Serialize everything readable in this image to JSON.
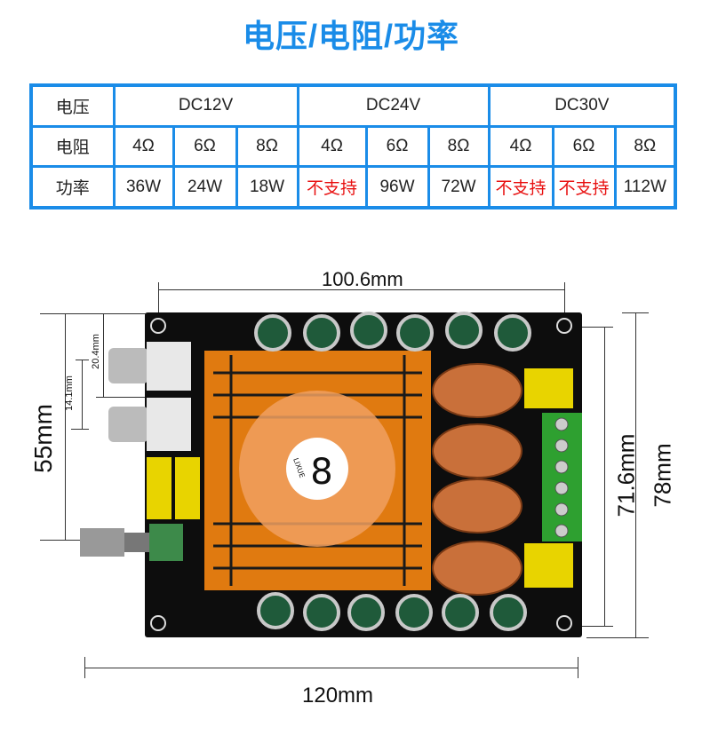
{
  "title": "电压/电阻/功率",
  "table": {
    "voltage_label": "电压",
    "resistance_label": "电阻",
    "power_label": "功率",
    "voltages": [
      "DC12V",
      "DC24V",
      "DC30V"
    ],
    "resistances": [
      "4Ω",
      "6Ω",
      "8Ω",
      "4Ω",
      "6Ω",
      "8Ω",
      "4Ω",
      "6Ω",
      "8Ω"
    ],
    "powers": [
      "36W",
      "24W",
      "18W",
      "不支持",
      "96W",
      "72W",
      "不支持",
      "不支持",
      "112W"
    ]
  },
  "dimensions": {
    "top_width": "100.6mm",
    "bottom_width": "120mm",
    "left_height": "55mm",
    "right_inner_height": "71.6mm",
    "right_outer_height": "78mm",
    "rca_spacing": "14.1mm",
    "rca_offset": "20.4mm"
  },
  "board": {
    "fan_logo_text": "LIXUE"
  }
}
